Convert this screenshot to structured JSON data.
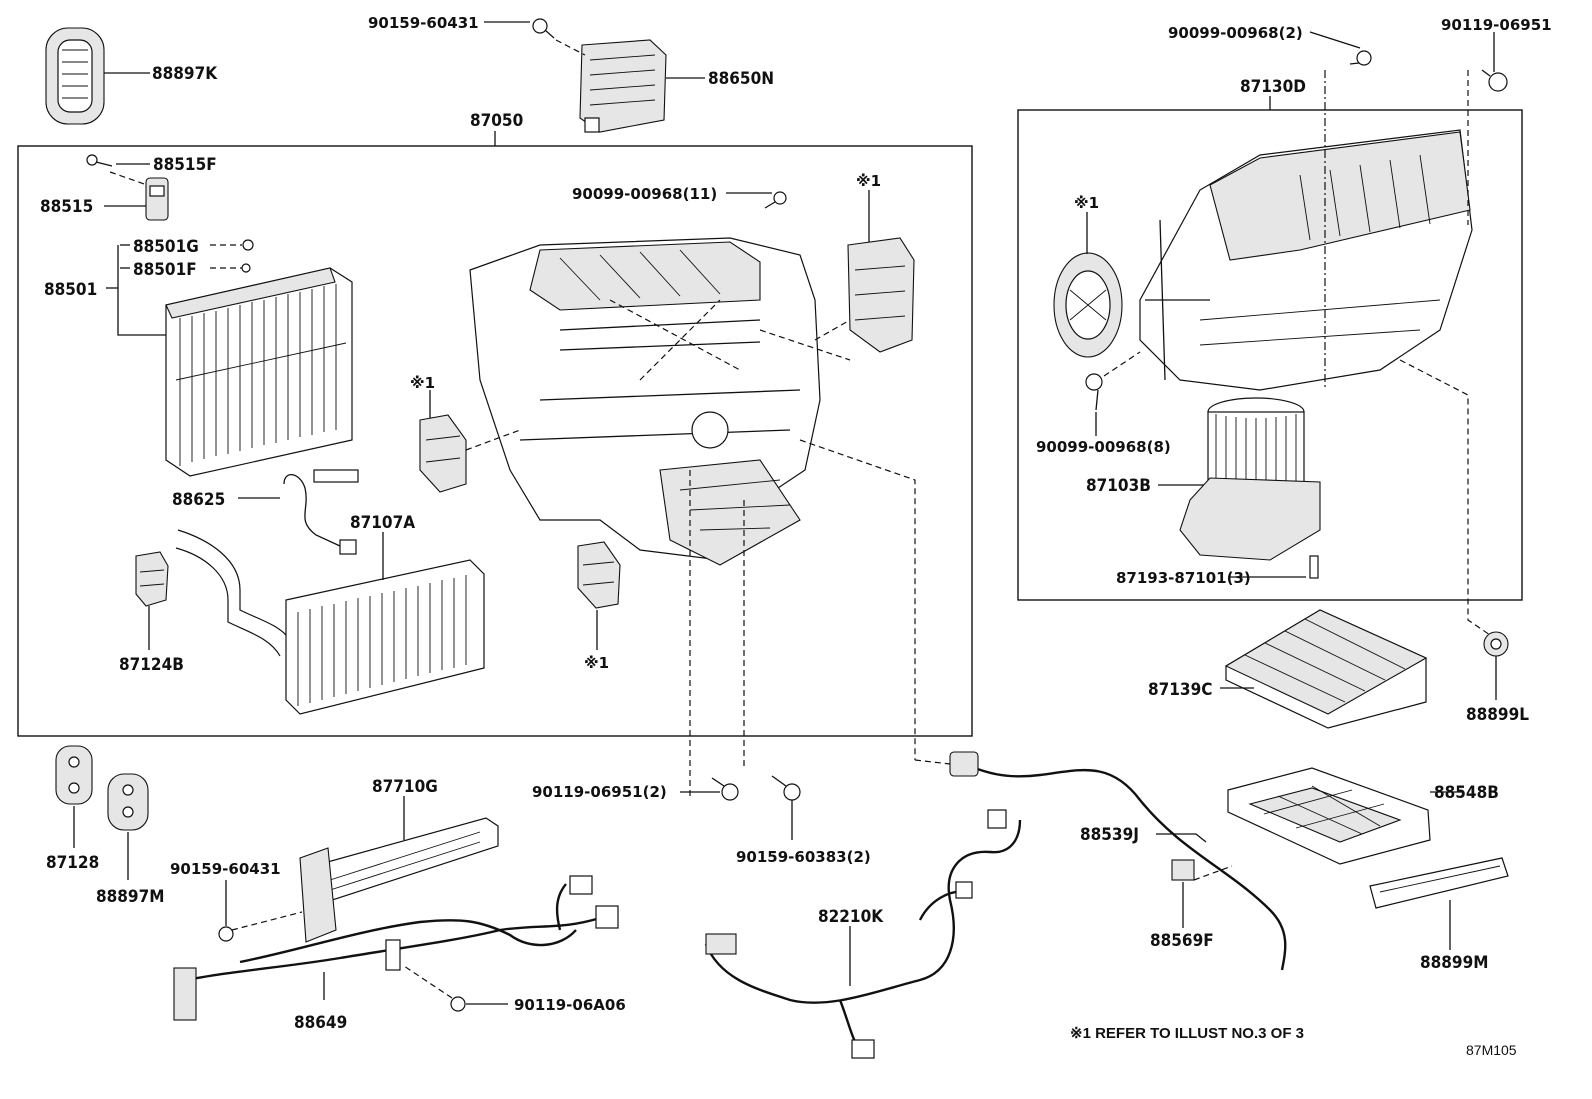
{
  "diagram": {
    "code": "87M105",
    "note": "※1 REFER TO ILLUST NO.3 OF 3",
    "assembly_labels": {
      "unit": "87050",
      "blower": "87130D"
    },
    "callouts": {
      "c88897K": "88897K",
      "c90159_60431_top": "90159-60431",
      "c88650N": "88650N",
      "c88515F": "88515F",
      "c88515": "88515",
      "c88501G": "88501G",
      "c88501F": "88501F",
      "c88501": "88501",
      "c90099_00968_11": "90099-00968(11)",
      "ref1_a": "※1",
      "ref1_b": "※1",
      "ref1_c": "※1",
      "ref1_d": "※1",
      "c88625": "88625",
      "c87107A": "87107A",
      "c87124B": "87124B",
      "c90099_00968_2": "90099-00968(2)",
      "c90119_06951": "90119-06951",
      "c90099_00968_8": "90099-00968(8)",
      "c87103B": "87103B",
      "c87193_87101_3": "87193-87101(3)",
      "c87139C": "87139C",
      "c88899L": "88899L",
      "c87710G": "87710G",
      "c87128": "87128",
      "c88897M": "88897M",
      "c90159_60431_bot": "90159-60431",
      "c90119_06951_2": "90119-06951(2)",
      "c90159_60383_2": "90159-60383(2)",
      "c88539J": "88539J",
      "c88548B": "88548B",
      "c82210K": "82210K",
      "c88569F": "88569F",
      "c88899M": "88899M",
      "c88649": "88649",
      "c90119_06A06": "90119-06A06"
    }
  }
}
